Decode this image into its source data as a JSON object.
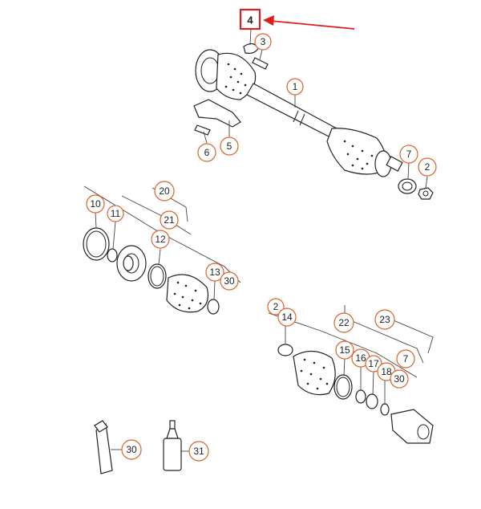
{
  "highlight": {
    "label": "4",
    "color": "#e01e1e"
  },
  "callout_color": "#e0622a",
  "callouts": {
    "c1": "1",
    "c2a": "2",
    "c3": "3",
    "c5": "5",
    "c6": "6",
    "c7a": "7",
    "c10": "10",
    "c11": "11",
    "c12": "12",
    "c13": "13",
    "c20": "20",
    "c21": "21",
    "c30a": "30",
    "c2b": "2",
    "c14": "14",
    "c15": "15",
    "c16": "16",
    "c17": "17",
    "c18": "18",
    "c22": "22",
    "c23": "23",
    "c7b": "7",
    "c30b": "30",
    "c30c": "30",
    "c31": "31"
  }
}
